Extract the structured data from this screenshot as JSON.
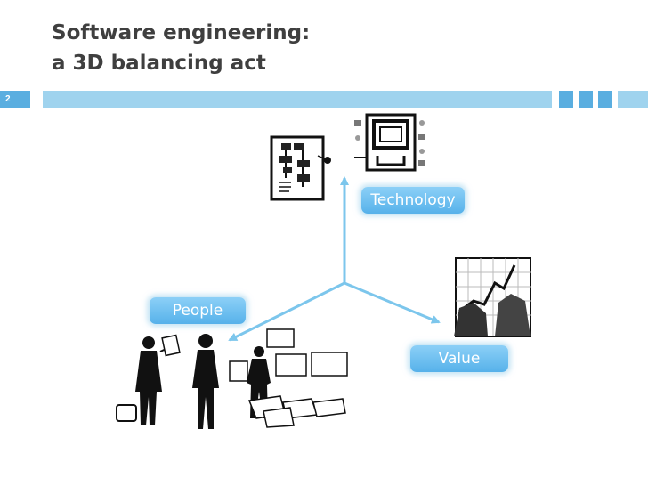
{
  "slide": {
    "title_line1": "Software engineering:",
    "title_line2": "a 3D balancing act",
    "page_number": "2"
  },
  "labels": {
    "technology": "Technology",
    "people": "People",
    "value": "Value"
  },
  "colors": {
    "title": "#3f3f3f",
    "bar": "#9fd3ee",
    "bar_accent": "#5aaee0",
    "arrow": "#7cc6ec"
  },
  "icons": [
    "flowchart-icon",
    "circuit-board-icon",
    "rising-chart-hands-icon",
    "team-people-icon"
  ]
}
